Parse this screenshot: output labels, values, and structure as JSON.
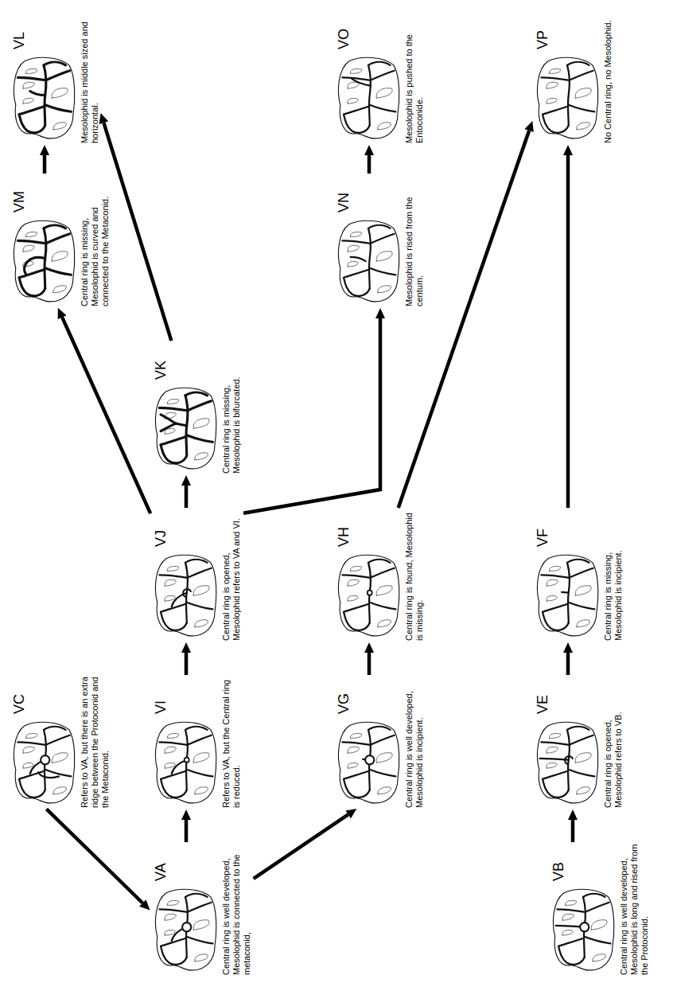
{
  "diagram": {
    "nodes": [
      {
        "text": [
          "VC",
          "Refers to VA, but there is an extra ridge between the Protoconid and the Metaconid."
        ]
      },
      {
        "text": [
          "VA",
          "Central ring is well developed, Mesolophid is connected to the metaconid,"
        ]
      },
      {
        "text": [
          "VI",
          "Refers to VA, but the Central ring is reduced."
        ]
      },
      {
        "text": [
          "VJ",
          "Central ring is opened, Mesolophid refers to VA and VI."
        ]
      },
      {
        "text": [
          "VK",
          "Central ring is missing, Mesolophid is bifurcated."
        ]
      },
      {
        "text": [
          "VM",
          "Central ring is missing, Mesolophid is curved and connected to the Metaconid."
        ]
      },
      {
        "text": [
          "VL",
          "Mesolophid is middle sized and horizontal."
        ]
      },
      {
        "text": [
          "VG",
          "Central ring is well developed, Mesolophid is incipient."
        ]
      },
      {
        "text": [
          "VH",
          "Central ring is found, Mesolophid is missing."
        ]
      },
      {
        "text": [
          "VN",
          "Mesolophid is rised from the centum."
        ]
      },
      {
        "text": [
          "VO",
          "Mesolophid is pushed to the Entoconide."
        ]
      },
      {
        "text": [
          "VB",
          "Central ring is well developed, Mesolophid is long and rised from the Protoconid."
        ]
      },
      {
        "text": [
          "VE",
          "Central ring is opened, Mesolophid refers to VB."
        ]
      },
      {
        "text": [
          "VF",
          "Central ring is missing, Mesolophid is incipient."
        ]
      },
      {
        "text": [
          "VP",
          "No Central ring, no Mesolophid."
        ]
      }
    ],
    "edges": [
      {
        "from": 0,
        "to": 1,
        "arrow": "to"
      },
      {
        "from": 1,
        "to": 2,
        "arrow": "to"
      },
      {
        "from": 2,
        "to": 3,
        "arrow": "to"
      },
      {
        "from": 3,
        "to": 4,
        "arrow": "to"
      },
      {
        "from": 3,
        "to": 5,
        "arrow": "to"
      },
      {
        "from": 4,
        "to": 6,
        "arrow": "to"
      },
      {
        "from": 5,
        "to": 6,
        "arrow": "to"
      },
      {
        "from": 1,
        "to": 7,
        "arrow": "to"
      },
      {
        "from": 7,
        "to": 8,
        "arrow": "to"
      },
      {
        "from": 3,
        "to": 9,
        "arrow": "to"
      },
      {
        "from": 9,
        "to": 10,
        "arrow": "to"
      },
      {
        "from": 8,
        "to": 14,
        "arrow": "to"
      },
      {
        "from": 11,
        "to": 12,
        "arrow": "to"
      },
      {
        "from": 12,
        "to": 13,
        "arrow": "to"
      },
      {
        "from": 13,
        "to": 14,
        "arrow": "to"
      }
    ]
  }
}
